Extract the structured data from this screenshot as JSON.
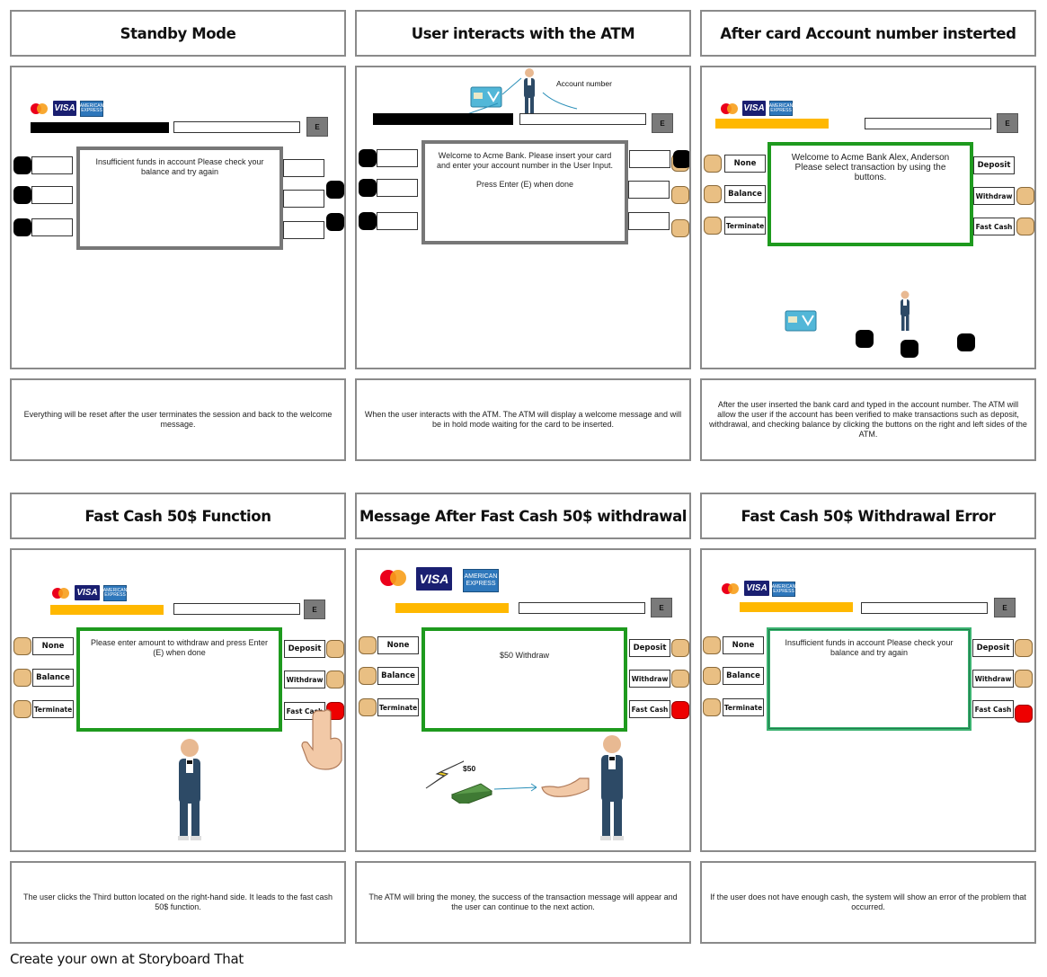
{
  "row1": {
    "titles": [
      "Standby Mode",
      "User interacts with the ATM",
      "After card Account number insterted"
    ],
    "descriptions": [
      "Everything will be reset after the user terminates the session and back to the welcome message.",
      "When the user interacts with the ATM. The ATM will display a welcome message and will be in hold mode waiting for the card to be inserted.",
      "After the user inserted the bank card and typed in the account number. The ATM will allow the user if the account has been verified to make transactions such as deposit, withdrawal, and checking balance by clicking the buttons on the right and left sides of the ATM."
    ]
  },
  "row2": {
    "titles": [
      "Fast Cash 50$ Function",
      "Message After Fast Cash 50$ withdrawal",
      "Fast Cash 50$ Withdrawal Error"
    ],
    "descriptions": [
      "The user clicks the Third button located on the right-hand side. It leads to the fast cash 50$ function.",
      "The ATM will bring the money, the success of the transaction message will appear and the user can continue to the next action.",
      "If the user does not have enough cash, the system will show an error of the problem that occurred."
    ]
  },
  "panel1": {
    "screen_text": "Insufficient funds in account Please check your balance and try again"
  },
  "panel2": {
    "screen_line1": "Welcome to Acme Bank. Please insert your card and enter your account number in the User Input.",
    "screen_line2": "Press Enter (E) when done",
    "account_label": "Account number"
  },
  "panel3": {
    "screen_text": "Welcome to Acme Bank Alex, Anderson Please select transaction by using the buttons."
  },
  "panel4": {
    "screen_text": "Please enter amount to withdraw and press Enter (E) when done"
  },
  "panel5": {
    "screen_text": "$50 Withdraw",
    "money_label": "$50"
  },
  "panel6": {
    "screen_text": "Insufficient funds in account Please check your balance and try again"
  },
  "buttons": {
    "left": [
      "None",
      "Balance",
      "Terminate"
    ],
    "right": [
      "Deposit",
      "Withdraw",
      "Fast Cash"
    ],
    "enter": "E"
  },
  "logos": {
    "visa": "VISA",
    "amex": "AMERICAN EXPRESS",
    "mc": "mastercard"
  },
  "footer": "Create your own at Storyboard That",
  "colors": {
    "green_frame": "#1e9a1e",
    "gray_frame": "#777777",
    "yellow_bar": "#ffb800",
    "button_tan": "#e9bf83",
    "button_red": "#ee0000"
  }
}
